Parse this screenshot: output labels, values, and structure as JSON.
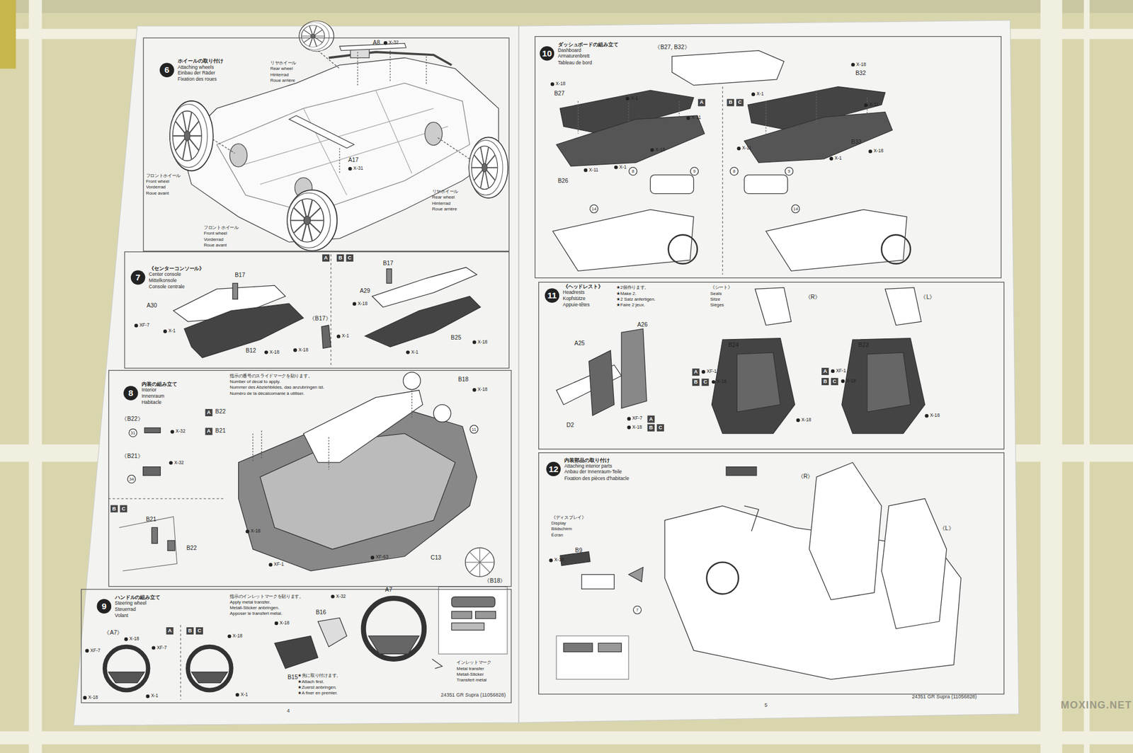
{
  "diagram": {
    "nodes": [
      {
        "text": [
          "6",
          "ホイールの取り付け",
          "Attaching wheels",
          "Einbau der Räder",
          "Fixation des roues"
        ]
      },
      {
        "text": [
          "7",
          "《センターコンソール》",
          "Center console",
          "Mittelkonsole",
          "Console centrale"
        ]
      },
      {
        "text": [
          "8",
          "内装の組み立て",
          "Interior",
          "Innenraum",
          "Habitacle"
        ]
      },
      {
        "text": [
          "9",
          "ハンドルの組み立て",
          "Steering wheel",
          "Steuerrad",
          "Volant"
        ]
      },
      {
        "text": [
          "10",
          "ダッシュボードの組み立て",
          "Dashboard",
          "Armaturenbrett",
          "Tableau de bord"
        ]
      },
      {
        "text": [
          "11",
          "《ヘッドレスト》",
          "Headrests",
          "Kopfstütze",
          "Appuie-têtes"
        ]
      },
      {
        "text": [
          "12",
          "内装部品の取り付け",
          "Attaching interior parts",
          "Anbau der Innenraum-Teile",
          "Fixation des pièces d'habitacle"
        ]
      }
    ],
    "labels": [
      "A8",
      "X-32",
      "リヤホイール",
      "Rear wheel",
      "Hinterrad",
      "Roue arrière",
      "フロントホイール",
      "Front wheel",
      "Vorderrad",
      "Roue avant",
      "A17",
      "X-31",
      "フロントホイール",
      "Front wheel",
      "Vorderrad",
      "Roue avant",
      "リヤホイール",
      "Rear wheel",
      "Hinterrad",
      "Roue arrière",
      "A",
      "B",
      "C",
      "B17",
      "A30",
      "XF-7",
      "X-1",
      "B12",
      "X-18",
      "《B17》",
      "X-1",
      "X-18",
      "B17",
      "A29",
      "X-18",
      "B25",
      "X-18",
      "X-1",
      "指示の番号のスライドマークを貼ります。",
      "Number of decal to apply.",
      "Nummer des Abziehbildes, das anzubringen ist.",
      "Numéro de la décalcomanie à utiliser.",
      "A",
      "B22",
      "A",
      "B21",
      "《B22》",
      "31",
      "X-32",
      "《B21》",
      "34",
      "X-32",
      "B18",
      "X-18",
      "11",
      "X-18",
      "B",
      "C",
      "B21",
      "B22",
      "XF-1",
      "XF-63",
      "C13",
      "《B18》",
      "指示のインレットマークを貼ります。",
      "Apply metal transfer.",
      "Metall-Sticker anbringen.",
      "Apposer le transfert métal.",
      "A",
      "B",
      "C",
      "《A7》",
      "X-18",
      "XF-7",
      "XF-7",
      "X-18",
      "X-1",
      "X-18",
      "X-1",
      "X-32",
      "X-18",
      "B16",
      "B15",
      "A7",
      "★先に取り付けます。",
      "★Attach first.",
      "★Zuerst anbringen.",
      "★A fixer en premier.",
      "インレットマーク",
      "Metal transfer",
      "Metall-Sticker",
      "Transfert métal",
      "4",
      "24351 GR Supra (11056828)",
      "《B27, B32》",
      "X-18",
      "B32",
      "X-18",
      "B27",
      "X-1",
      "X-11",
      "X-18",
      "X-11",
      "X-1",
      "B26",
      "A",
      "B",
      "C",
      "X-1",
      "X-11",
      "X-11",
      "B33",
      "X-18",
      "X-1",
      "8",
      "9",
      "8",
      "9",
      "14",
      "14",
      "★2個作ります。",
      "★Make 2.",
      "★2 Satz anfertigen.",
      "★Faire 2 jeux.",
      "《シート》",
      "Seats",
      "Sitze",
      "Sièges",
      "《R》",
      "《L》",
      "A26",
      "A25",
      "D2",
      "XF-7",
      "A",
      "X-18",
      "B",
      "C",
      "B24",
      "A",
      "XF-1",
      "B",
      "C",
      "X-18",
      "X-18",
      "B23",
      "A",
      "XF-1",
      "B",
      "C",
      "X-18",
      "X-18",
      "《R》",
      "《L》",
      "《ディスプレイ》",
      "Display",
      "Bildschirm",
      "Écran",
      "X-18",
      "B9",
      "7",
      "5",
      "24351 GR Supra (11056828)",
      "MOXING.NET"
    ]
  }
}
